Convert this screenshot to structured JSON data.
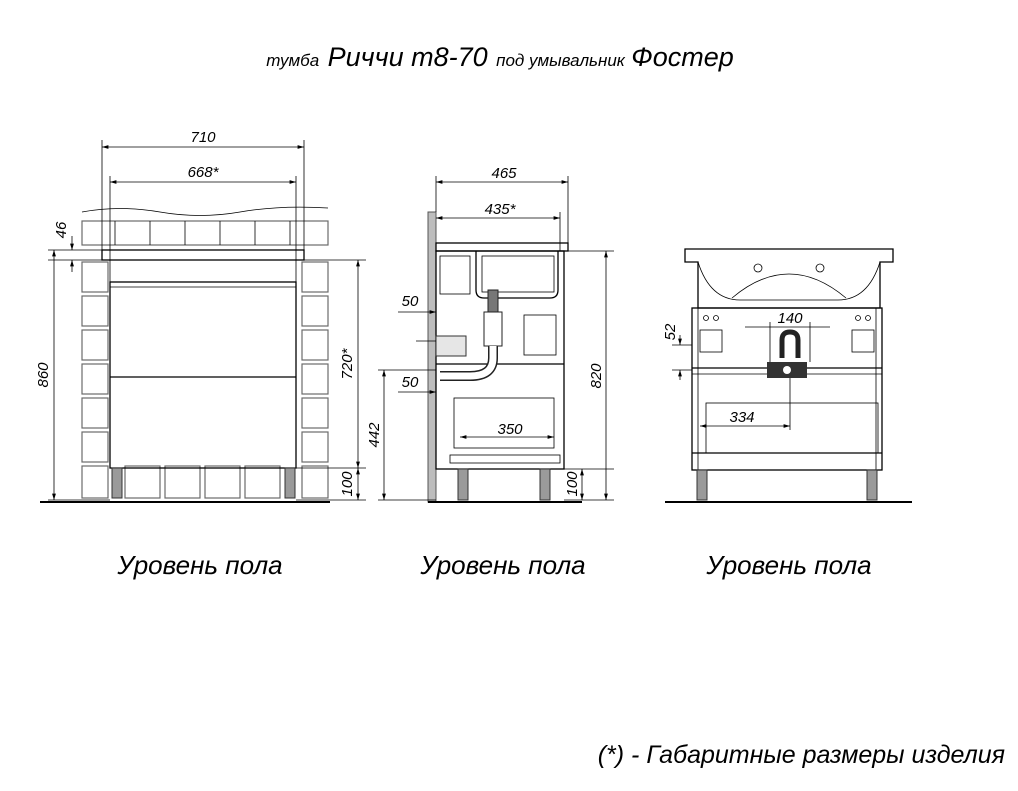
{
  "title": {
    "prefix": "тумба",
    "model": "Риччи т8-70",
    "middle": "под умывальник",
    "sink": "Фостер"
  },
  "floor_labels": {
    "front": "Уровень пола",
    "side": "Уровень пола",
    "back": "Уровень пола"
  },
  "footnote": "(*) - Габаритные размеры изделия",
  "dims": {
    "front": {
      "width_total": "710",
      "width_inner": "668*",
      "top_thickness": "46",
      "height_total": "860",
      "height_body": "720*",
      "leg_height": "100"
    },
    "side": {
      "depth_total": "465",
      "depth_inner": "435*",
      "pipe_top": "50",
      "pipe_bottom": "50",
      "shelf_height": "442",
      "shelf_depth": "350",
      "height_total": "820",
      "leg_height": "100"
    },
    "back": {
      "cutout_height": "52",
      "cutout_width": "140",
      "offset": "334"
    }
  }
}
